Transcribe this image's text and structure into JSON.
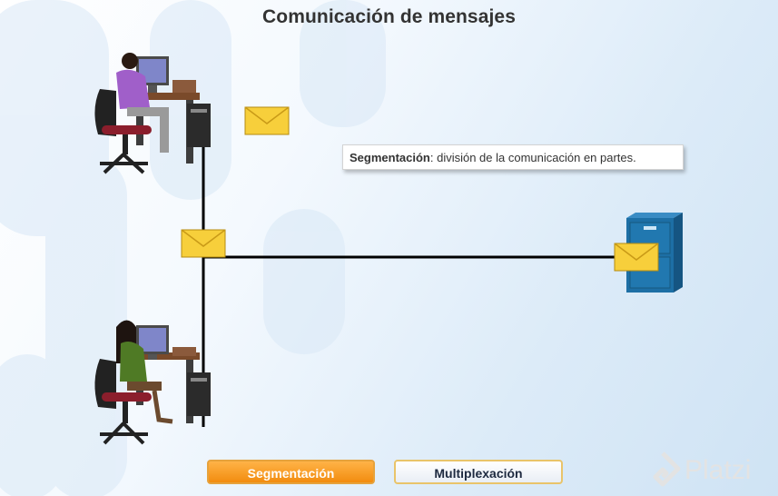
{
  "title": "Comunicación de mensajes",
  "note": {
    "term": "Segmentación",
    "definition": ": división de la comunicación en partes."
  },
  "buttons": {
    "segmentation": "Segmentación",
    "multiplexing": "Multiplexación"
  },
  "watermark": "Platzi",
  "colors": {
    "active_button": "#f28c0f",
    "envelope": "#f7cf3b",
    "server": "#1d6fa5",
    "link": "#000000"
  }
}
